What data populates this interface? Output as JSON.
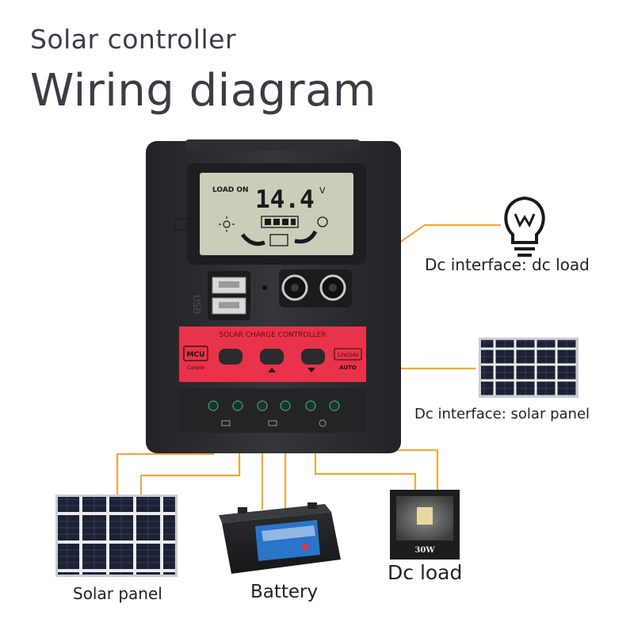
{
  "header": {
    "subtitle": "Solar controller",
    "title": "Wiring diagram"
  },
  "controller": {
    "lcd_status": "LOAD ON",
    "lcd_voltage": "14.4",
    "lcd_unit": "V",
    "usb_label": "USB",
    "panel_title": "SOLAR CHARGE CONTROLLER",
    "mcu_label": "MCU",
    "mcu_sub": "Control",
    "mode_label": "12V/24V",
    "mode_sub": "AUTO"
  },
  "labels": {
    "dc_load_interface": "Dc interface: dc load",
    "solar_panel_interface": "Dc interface: solar panel",
    "solar_panel": "Solar panel",
    "battery": "Battery",
    "dc_load": "Dc load",
    "floodlight_power": "30W"
  },
  "colors": {
    "wire": "#f2a93b",
    "controller_body": "#2b2c2e",
    "controller_red": "#e8334a",
    "lcd": "#c9cdb9",
    "panel_cell": "#1c2235",
    "text": "#3a3d44"
  }
}
